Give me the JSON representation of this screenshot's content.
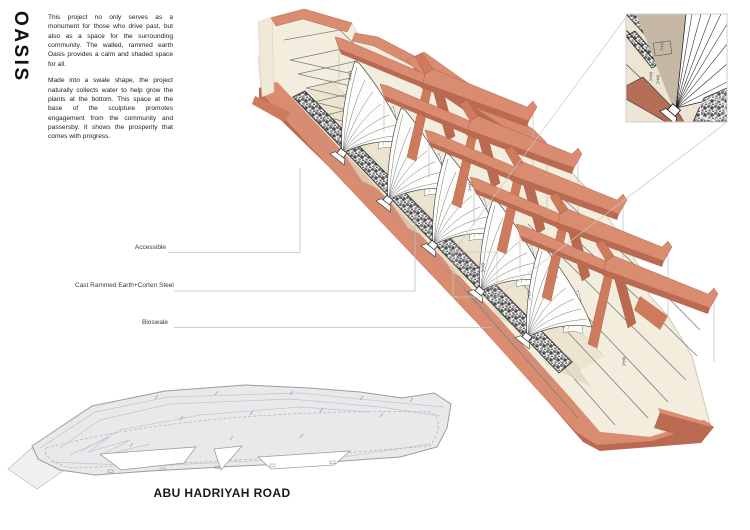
{
  "header": {
    "title": "OASIS"
  },
  "description": {
    "paragraph_1": "This project no only serves as a monument for those who drive past, but also as a space for the surrounding community. The walled, rammed earth Oasis provides a calm and shaded space for all.",
    "paragraph_2": "Made into a swale shape, the project naturally collects water to help grow the plants at the bottom. This space at the base of the sculpture promotes engagement from the community and passersby. It shows the prosperity that comes with progress."
  },
  "annotations": {
    "labels": [
      {
        "text": "Accessible"
      },
      {
        "text": "Cast Rammed Earth+Corten Steel"
      },
      {
        "text": "Bioswale"
      }
    ]
  },
  "site_plan": {
    "road_label": "ABU HADRIYAH ROAD"
  },
  "colors": {
    "terracotta_light": "#D98C70",
    "terracotta_mid": "#CE7A5C",
    "terracotta_dark": "#B96A50",
    "cream": "#F3EDDD",
    "cream_shadow": "#E0D5BD",
    "terrace": "#EDE4CF",
    "plan_fill": "#E7E9EB",
    "line_gray": "#7D7D7D"
  }
}
